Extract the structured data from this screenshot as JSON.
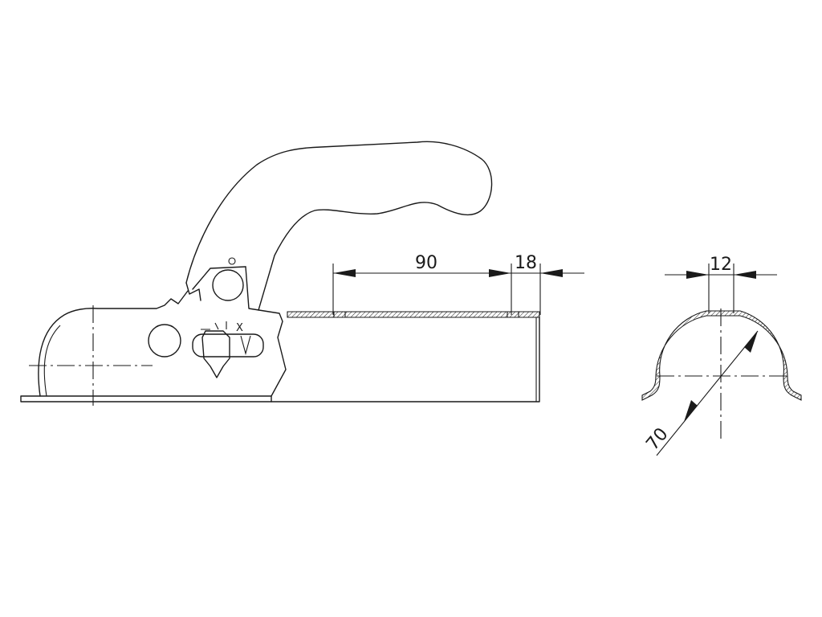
{
  "dimensions": {
    "length": "90",
    "offset": "18",
    "slot_width": "12",
    "diameter": "70"
  },
  "side_view": {
    "lock_mark": "X"
  }
}
